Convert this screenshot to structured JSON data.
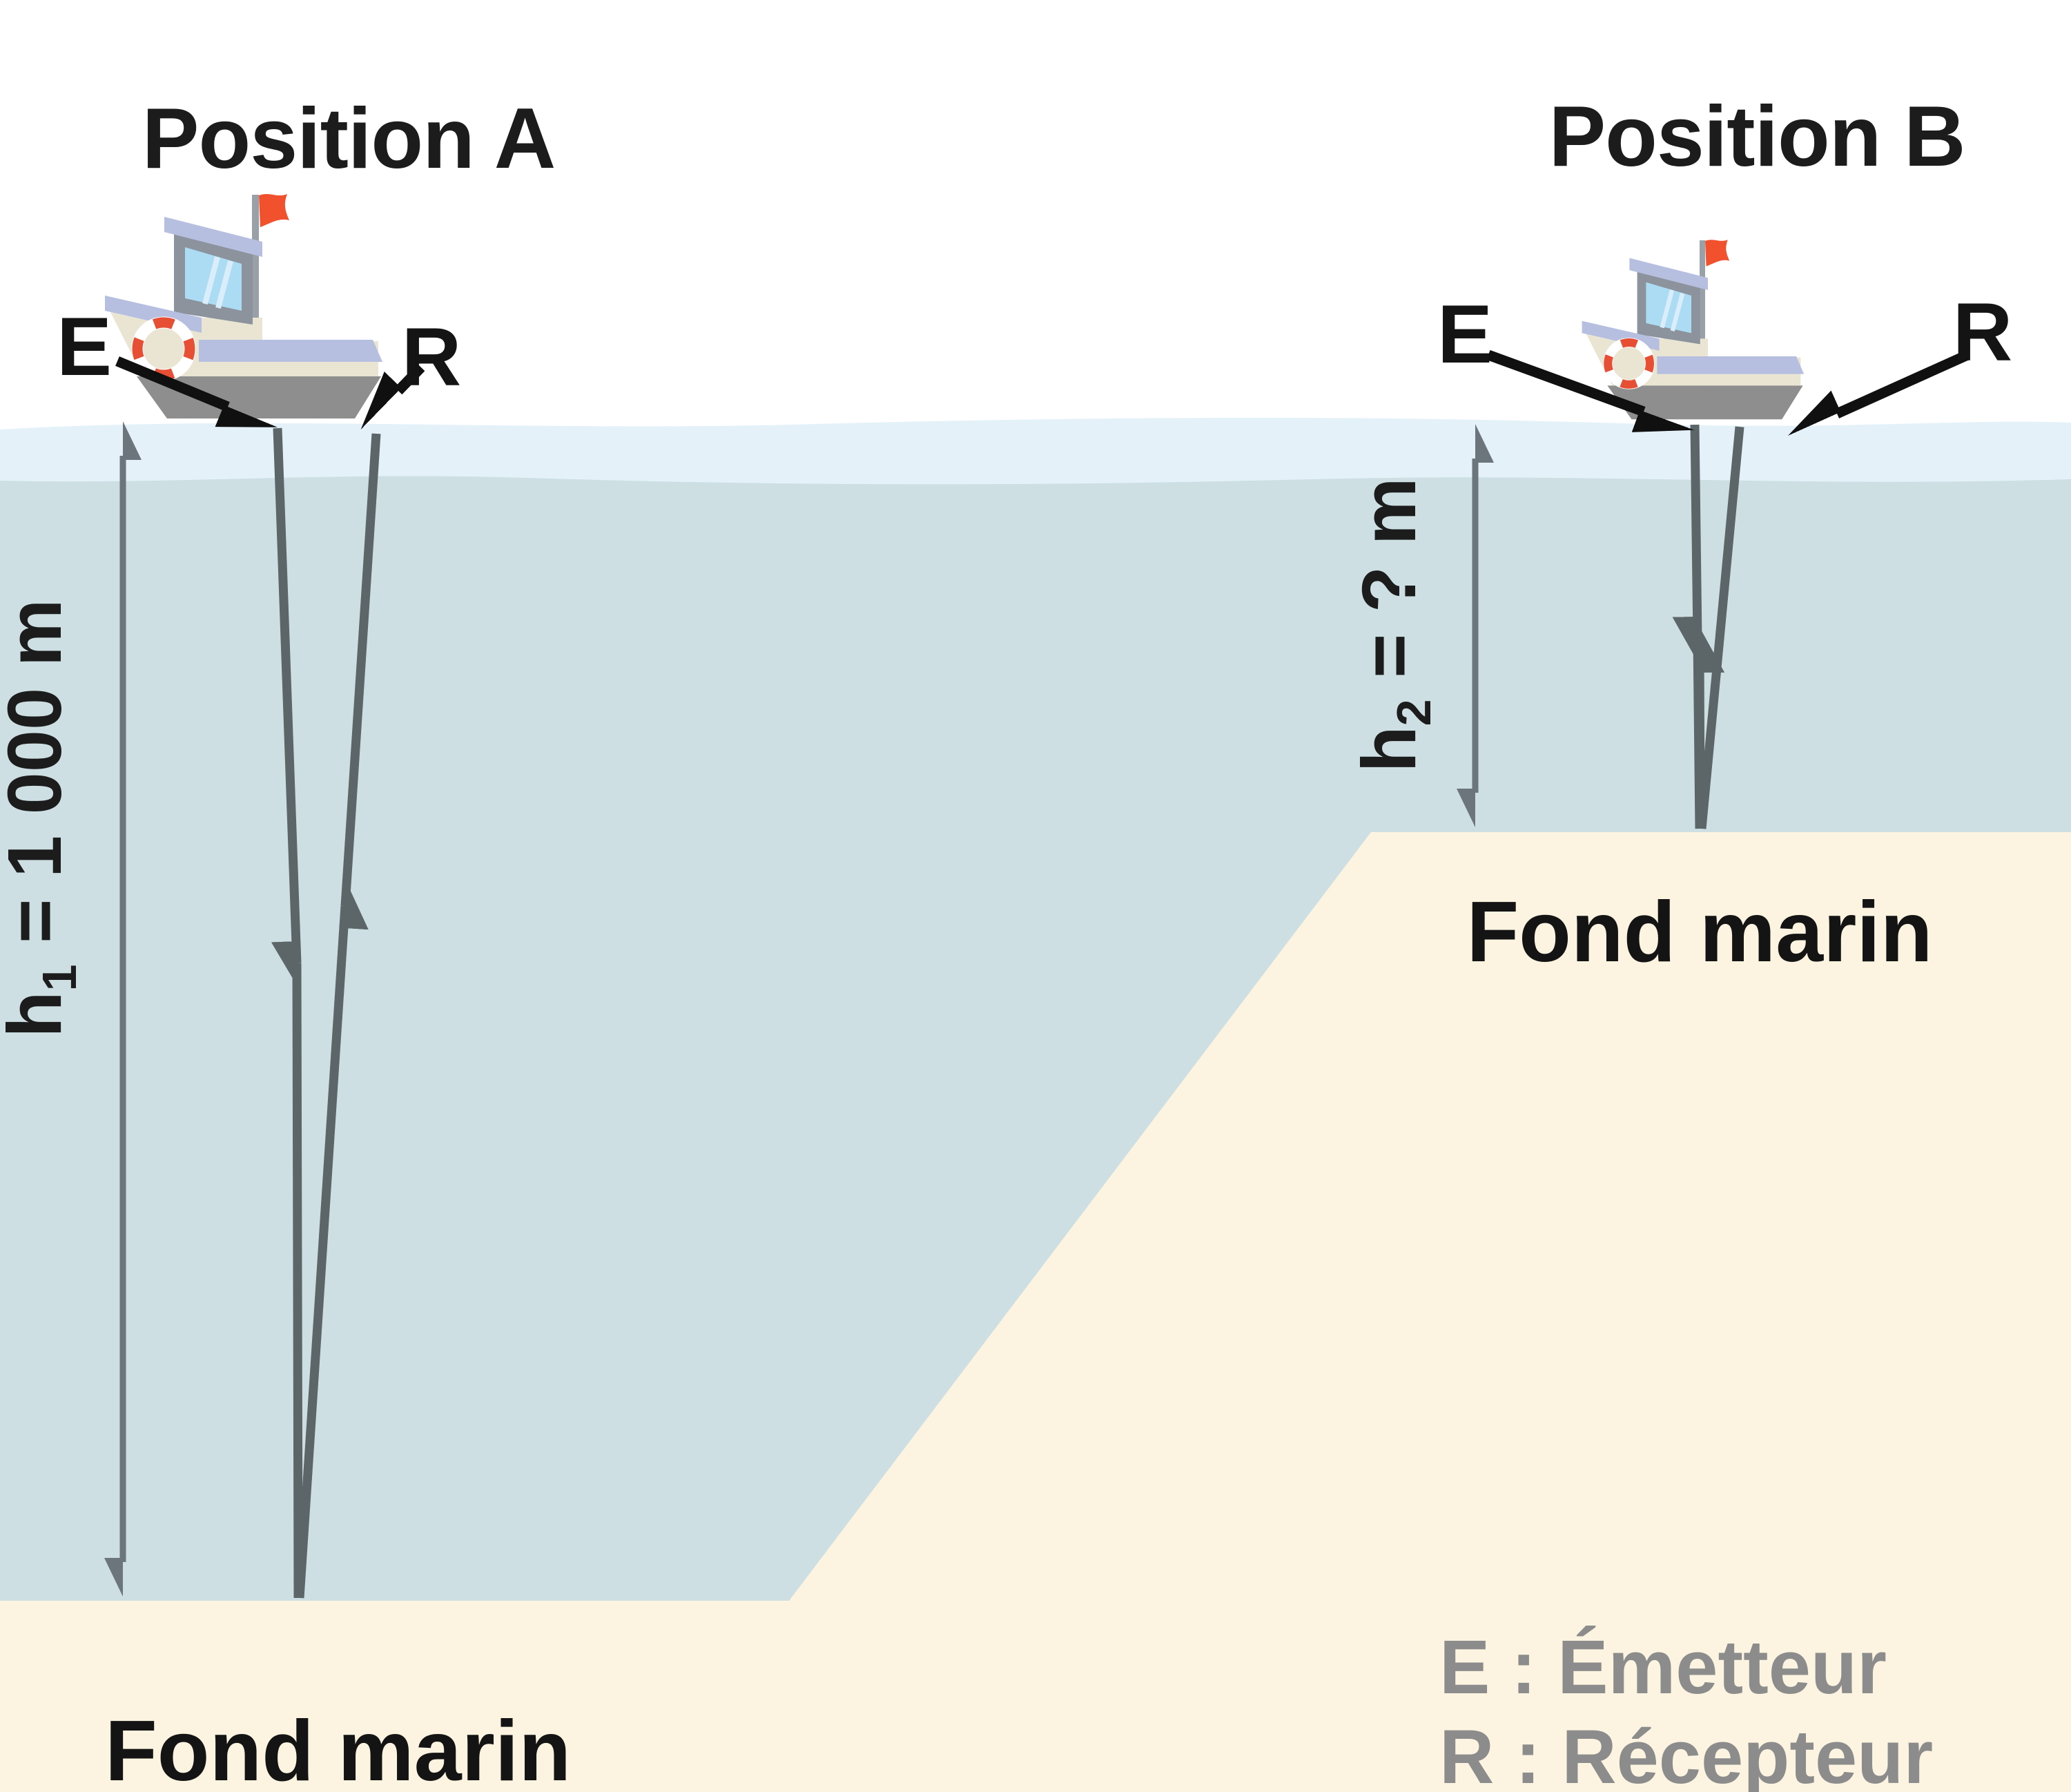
{
  "titles": {
    "position_a": "Position A",
    "position_b": "Position B"
  },
  "labels": {
    "emitter": "E",
    "receiver": "R",
    "depth_a": {
      "base": "h",
      "sub": "1",
      "value": " = 1 000 m"
    },
    "depth_b": {
      "base": "h",
      "sub": "2",
      "value": " = ? m"
    },
    "seafloor_a": "Fond marin",
    "seafloor_b": "Fond marin"
  },
  "legend": {
    "emitter": "E : Émetteur",
    "receiver": "R : Récepteur"
  },
  "colors": {
    "sky": "#ffffff",
    "water": "#cddfe3",
    "water_surface_band": "#e4f1f9",
    "seafloor_sand": "#fcf3e0",
    "signal_gray": "#5c6568",
    "measure_gray": "#6b757b",
    "label_black": "#1c1c1c",
    "legend_gray": "#8c8c8c",
    "flag_red": "#f2512e",
    "boat_hull_cream": "#e9e5d2",
    "boat_trim_periwinkle": "#b6bfdf",
    "boat_cabin_gray": "#8c939d",
    "boat_window_blue": "#abdcf4"
  }
}
